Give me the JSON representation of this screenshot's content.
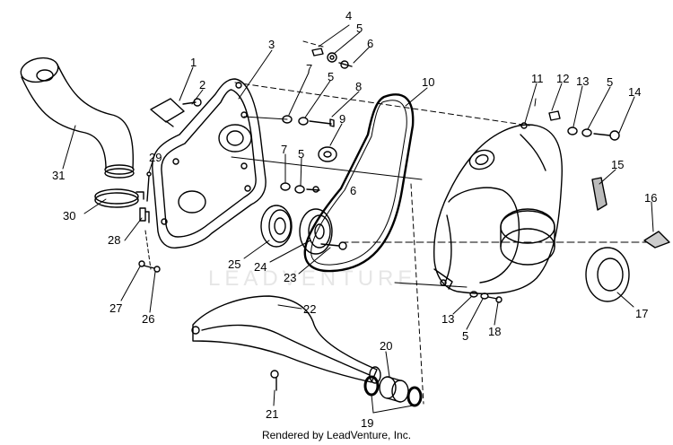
{
  "watermark": "LEADVENTURE",
  "credit": "Rendered by LeadVenture, Inc.",
  "callouts": {
    "c1": "1",
    "c2": "2",
    "c3": "3",
    "c4": "4",
    "c5a": "5",
    "c6a": "6",
    "c7a": "7",
    "c5b": "5",
    "c8": "8",
    "c9": "9",
    "c10": "10",
    "c11": "11",
    "c12": "12",
    "c13a": "13",
    "c5c": "5",
    "c14": "14",
    "c15": "15",
    "c16": "16",
    "c7b": "7",
    "c5d": "5",
    "c6b": "6",
    "c29": "29",
    "c31": "31",
    "c30": "30",
    "c28": "28",
    "c25": "25",
    "c24": "24",
    "c23": "23",
    "c27": "27",
    "c26": "26",
    "c22": "22",
    "c21": "21",
    "c20": "20",
    "c19": "19",
    "c13b": "13",
    "c5e": "5",
    "c18": "18",
    "c17": "17"
  }
}
